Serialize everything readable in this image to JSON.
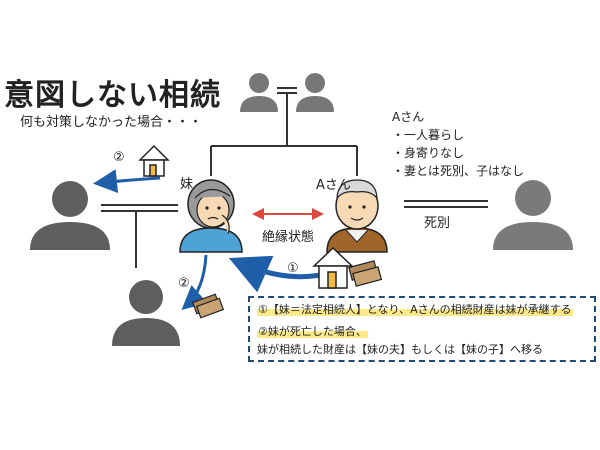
{
  "title": "意図しない相続",
  "subtitle": "何も対策しなかった場合・・・",
  "labels": {
    "sister": "妹",
    "person_a": "Aさん",
    "estranged": "絶縁状態",
    "bereaved": "死別",
    "step1": "①",
    "step2a": "②",
    "step2b": "②"
  },
  "info": {
    "heading": "Aさん",
    "items": [
      "・一人暮らし",
      "・身寄りなし",
      "・妻とは死別、子はなし"
    ]
  },
  "note": {
    "line1": "①【妹＝法定相続人】となり、Aさんの相続財産は妹が承継する",
    "line2": "②妹が死亡した場合、",
    "line3": "妹が相続した財産は【妹の夫】もしくは【妹の子】へ移る"
  },
  "colors": {
    "person_gray": "#5e5e5e",
    "person_light": "#8c8c8c",
    "arrow_blue": "#1f5ea8",
    "estranged_red": "#e0473f",
    "note_border": "#1f4a7a",
    "highlight": "#fbe98a"
  }
}
